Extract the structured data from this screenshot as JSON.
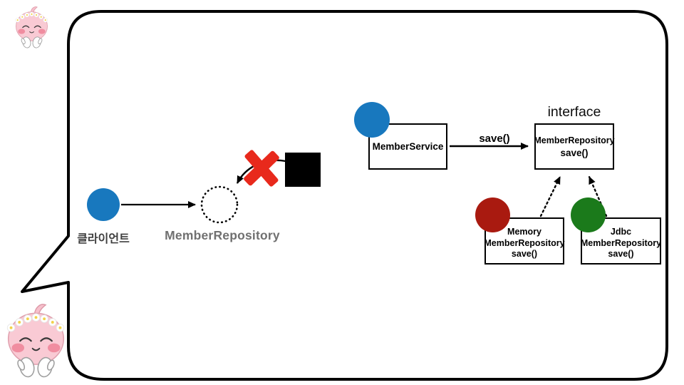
{
  "slide": {
    "left_diagram": {
      "client_label": "클라이언트",
      "repository_label": "MemberRepository"
    },
    "right_diagram": {
      "member_service_label": "MemberService",
      "save_arrow_label": "save()",
      "interface_caption": "interface",
      "interface_box": {
        "line1": "MemberRepository",
        "line2": "save()"
      },
      "memory_box": {
        "line1": "Memory",
        "line2": "MemberRepository",
        "line3": "save()"
      },
      "jdbc_box": {
        "line1": "Jdbc",
        "line2": "MemberRepository",
        "line3": "save()"
      }
    },
    "icons": {
      "apeach_small": "apeach-character-small",
      "apeach_large": "apeach-character-large",
      "speech_bubble": "speech-bubble",
      "red_x": "red-x-icon",
      "black_square": "black-square-shape",
      "dotted_circle": "dotted-circle-placeholder"
    },
    "colors": {
      "circle_blue": "#1878BE",
      "circle_red": "#A91A10",
      "circle_green": "#1B7A1B",
      "x_red": "#E8291C",
      "outline_black": "#000000",
      "client_label_gray": "#3F3F3F",
      "repository_label_gray": "#707070"
    }
  }
}
